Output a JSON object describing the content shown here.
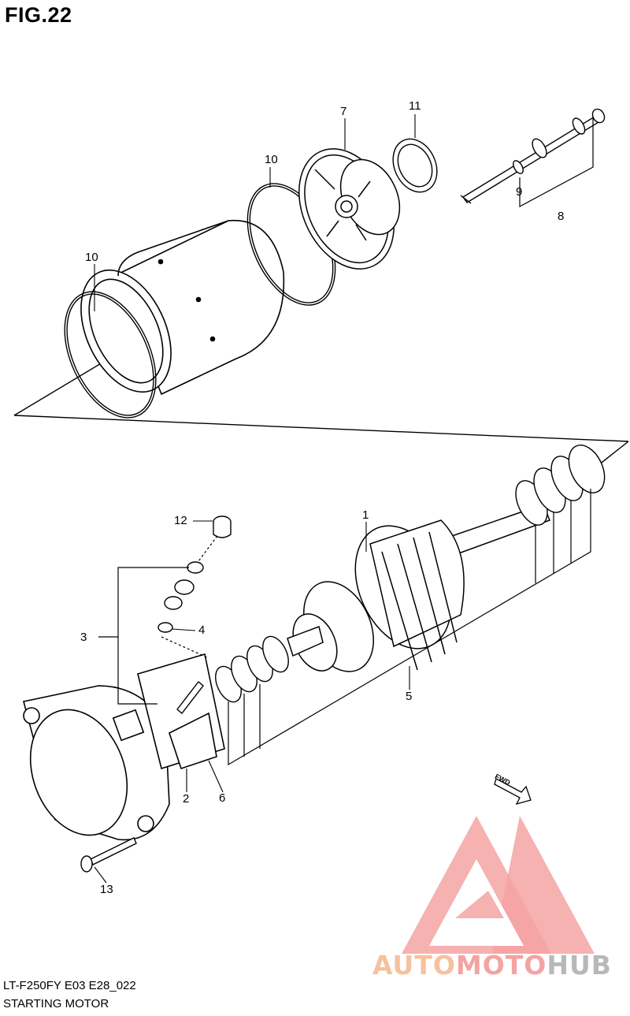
{
  "figure": {
    "title": "FIG.22"
  },
  "callouts": [
    {
      "id": "1",
      "label": "1"
    },
    {
      "id": "2",
      "label": "2"
    },
    {
      "id": "3",
      "label": "3"
    },
    {
      "id": "4",
      "label": "4"
    },
    {
      "id": "5",
      "label": "5"
    },
    {
      "id": "6",
      "label": "6"
    },
    {
      "id": "7",
      "label": "7"
    },
    {
      "id": "8",
      "label": "8"
    },
    {
      "id": "9",
      "label": "9"
    },
    {
      "id": "10a",
      "label": "10"
    },
    {
      "id": "10b",
      "label": "10"
    },
    {
      "id": "11",
      "label": "11"
    },
    {
      "id": "12",
      "label": "12"
    },
    {
      "id": "13",
      "label": "13"
    }
  ],
  "fwd_arrow": {
    "label": "FWD"
  },
  "footer": {
    "model_code": "LT-F250FY E03 E28_022",
    "section_name": "STARTING MOTOR"
  },
  "watermark": {
    "part1": "AUTO",
    "part2": "MOTO",
    "part3": "HUB",
    "colors": {
      "orange": "#f6c19d",
      "red": "#f4a3a3",
      "gray": "#b8b8b8"
    }
  }
}
